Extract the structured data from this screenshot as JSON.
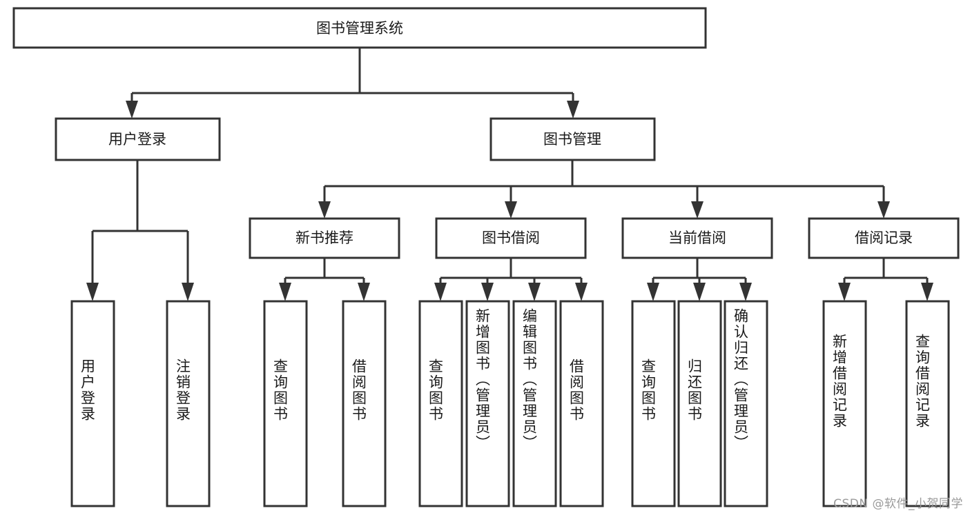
{
  "diagram": {
    "type": "tree",
    "title": "图书管理系统",
    "root": {
      "id": "root",
      "label": "图书管理系统",
      "orientation": "horizontal"
    },
    "level1": [
      {
        "id": "user-login",
        "label": "用户登录",
        "orientation": "horizontal"
      },
      {
        "id": "book-manage",
        "label": "图书管理",
        "orientation": "horizontal"
      }
    ],
    "level2": [
      {
        "id": "new-book-recommend",
        "label": "新书推荐",
        "parent": "book-manage",
        "orientation": "horizontal"
      },
      {
        "id": "book-borrow",
        "label": "图书借阅",
        "parent": "book-manage",
        "orientation": "horizontal"
      },
      {
        "id": "current-borrow",
        "label": "当前借阅",
        "parent": "book-manage",
        "orientation": "horizontal"
      },
      {
        "id": "borrow-record",
        "label": "借阅记录",
        "parent": "book-manage",
        "orientation": "horizontal"
      }
    ],
    "leaves": [
      {
        "id": "leaf-user-login",
        "label": "用户登录",
        "parent": "user-login",
        "orientation": "vertical"
      },
      {
        "id": "leaf-logout-login",
        "label": "注销登录",
        "parent": "user-login",
        "orientation": "vertical"
      },
      {
        "id": "leaf-query-book-1",
        "label": "查询图书",
        "parent": "new-book-recommend",
        "orientation": "vertical"
      },
      {
        "id": "leaf-borrow-book-1",
        "label": "借阅图书",
        "parent": "new-book-recommend",
        "orientation": "vertical"
      },
      {
        "id": "leaf-query-book-2",
        "label": "查询图书",
        "parent": "book-borrow",
        "orientation": "vertical"
      },
      {
        "id": "leaf-add-book",
        "label": "新增图书（管理员）",
        "parent": "book-borrow",
        "orientation": "vertical"
      },
      {
        "id": "leaf-edit-book",
        "label": "编辑图书（管理员）",
        "parent": "book-borrow",
        "orientation": "vertical"
      },
      {
        "id": "leaf-borrow-book-2",
        "label": "借阅图书",
        "parent": "book-borrow",
        "orientation": "vertical"
      },
      {
        "id": "leaf-query-book-3",
        "label": "查询图书",
        "parent": "current-borrow",
        "orientation": "vertical"
      },
      {
        "id": "leaf-return-book",
        "label": "归还图书",
        "parent": "current-borrow",
        "orientation": "vertical"
      },
      {
        "id": "leaf-confirm-return",
        "label": "确认归还（管理员）",
        "parent": "current-borrow",
        "orientation": "vertical"
      },
      {
        "id": "leaf-add-record",
        "label": "新增借阅记录",
        "parent": "borrow-record",
        "orientation": "vertical"
      },
      {
        "id": "leaf-query-record",
        "label": "查询借阅记录",
        "parent": "borrow-record",
        "orientation": "vertical"
      }
    ],
    "colors": {
      "stroke": "#333333",
      "fill": "#ffffff",
      "text": "#1a1a1a",
      "watermark": "#9a9a9a",
      "background": "#ffffff"
    }
  },
  "watermark": {
    "text": "CSDN @软件_小贺同学"
  }
}
